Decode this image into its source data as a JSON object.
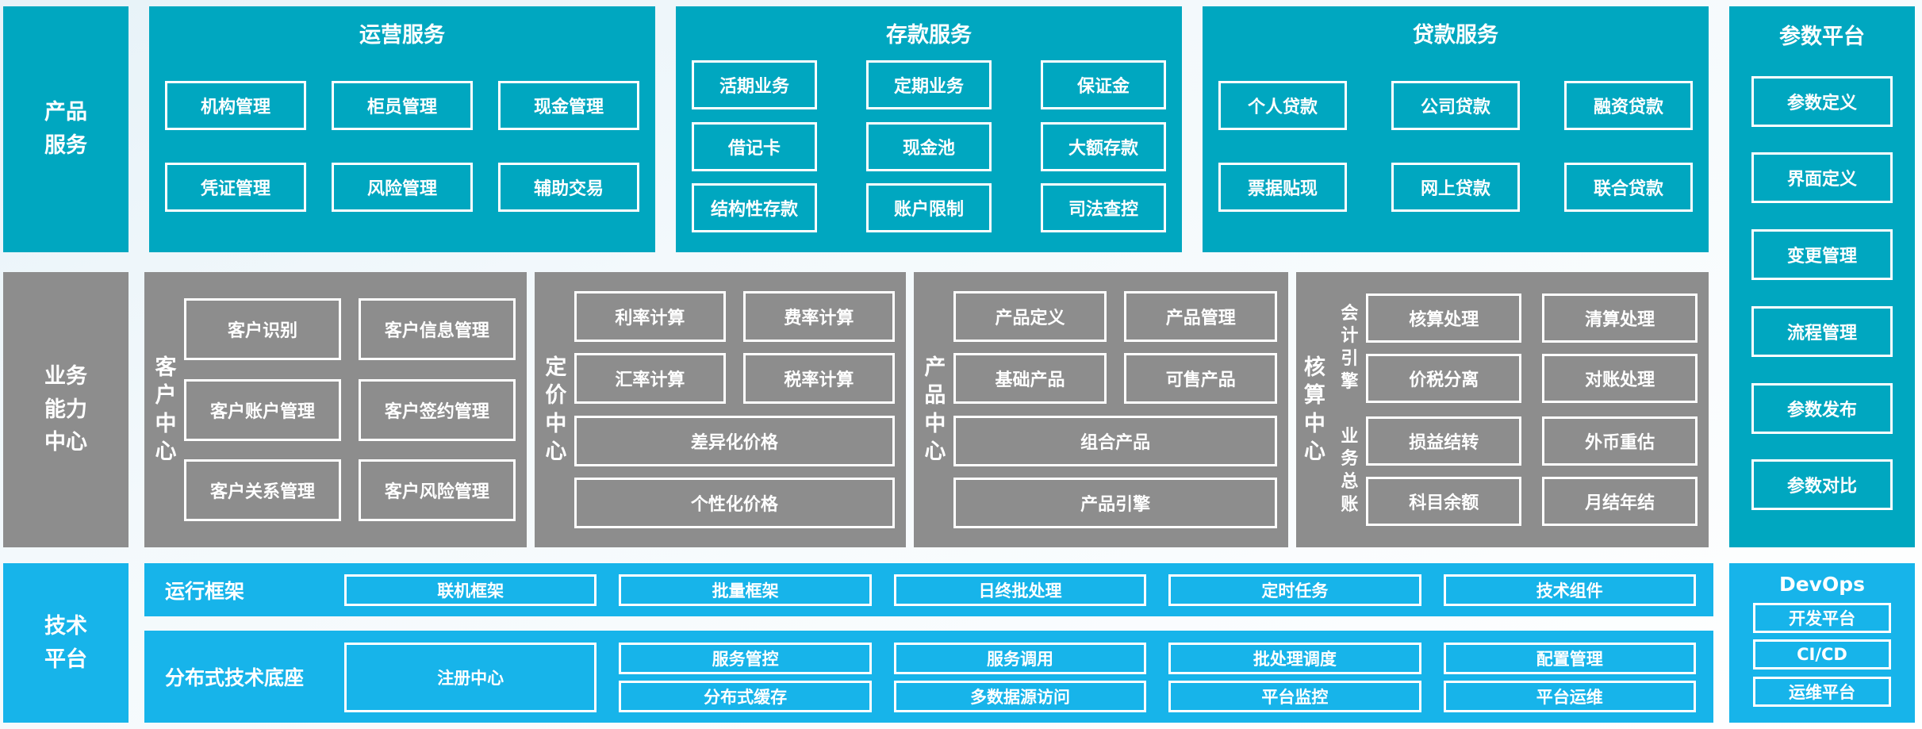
{
  "colors": {
    "teal": "#00a7c0",
    "gray": "#8d8d8d",
    "blue": "#17b4ea",
    "text": "#ffffff"
  },
  "product_row": {
    "sidebar": "产品服务",
    "panels": [
      {
        "title": "运营服务",
        "items": [
          "机构管理",
          "柜员管理",
          "现金管理",
          "凭证管理",
          "风险管理",
          "辅助交易"
        ]
      },
      {
        "title": "存款服务",
        "items": [
          "活期业务",
          "定期业务",
          "保证金",
          "借记卡",
          "现金池",
          "大额存款",
          "结构性存款",
          "账户限制",
          "司法查控"
        ]
      },
      {
        "title": "贷款服务",
        "items": [
          "个人贷款",
          "公司贷款",
          "融资贷款",
          "票据贴现",
          "网上贷款",
          "联合贷款"
        ]
      }
    ]
  },
  "param_platform": {
    "title": "参数平台",
    "items": [
      "参数定义",
      "界面定义",
      "变更管理",
      "流程管理",
      "参数发布",
      "参数对比"
    ]
  },
  "capability_row": {
    "sidebar": "业务能力中心",
    "centers": [
      {
        "label": "客户中心",
        "boxes": [
          "客户识别",
          "客户信息管理",
          "客户账户管理",
          "客户签约管理",
          "客户关系管理",
          "客户风险管理"
        ]
      },
      {
        "label": "定价中心",
        "boxes": [
          "利率计算",
          "费率计算",
          "汇率计算",
          "税率计算",
          "差异化价格",
          "个性化价格"
        ]
      },
      {
        "label": "产品中心",
        "boxes": [
          "产品定义",
          "产品管理",
          "基础产品",
          "可售产品",
          "组合产品",
          "产品引擎"
        ]
      },
      {
        "label": "核算中心",
        "groups": [
          {
            "label": "会计引擎",
            "boxes": [
              "核算处理",
              "清算处理",
              "价税分离",
              "对账处理"
            ]
          },
          {
            "label": "业务总账",
            "boxes": [
              "损益结转",
              "外币重估",
              "科目余额",
              "月结年结"
            ]
          }
        ]
      }
    ]
  },
  "tech_row": {
    "sidebar": "技术平台",
    "runtime": {
      "label": "运行框架",
      "items": [
        "联机框架",
        "批量框架",
        "日终批处理",
        "定时任务",
        "技术组件"
      ]
    },
    "distributed": {
      "label": "分布式技术底座",
      "registry": "注册中心",
      "items": [
        "服务管控",
        "服务调用",
        "批处理调度",
        "配置管理",
        "分布式缓存",
        "多数据源访问",
        "平台监控",
        "平台运维"
      ]
    }
  },
  "devops": {
    "title": "DevOps",
    "items": [
      "开发平台",
      "CI/CD",
      "运维平台"
    ]
  }
}
